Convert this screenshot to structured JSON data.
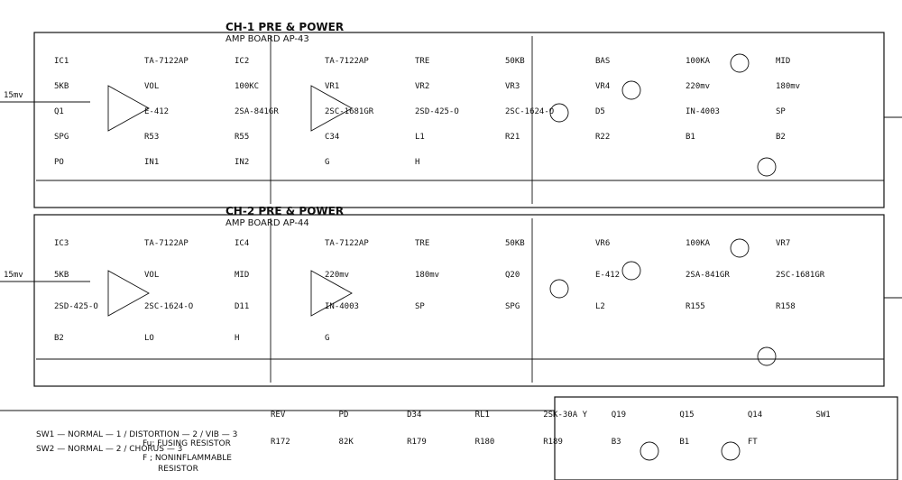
{
  "boards": [
    {
      "title": "CH-1 PRE & POWER",
      "subtitle": "AMP BOARD AP-43",
      "input": "15mv"
    },
    {
      "title": "CH-2 PRE & POWER",
      "subtitle": "AMP BOARD AP-44",
      "input": "15mv"
    }
  ],
  "ch1_labels": [
    "IC1",
    "TA-7122AP",
    "IC2",
    "TA-7122AP",
    "TRE",
    "50KB",
    "BAS",
    "100KA",
    "MID",
    "5KB",
    "VOL",
    "100KC",
    "VR1",
    "VR2",
    "VR3",
    "VR4",
    "220mv",
    "180mv",
    "Q1",
    "E-412",
    "2SA-841GR",
    "2SC-1681GR",
    "2SD-425-O",
    "2SC-1624-O",
    "D5",
    "IN-4003",
    "SP",
    "SPG",
    "R53",
    "R55",
    "C34",
    "L1",
    "R21",
    "R22",
    "B1",
    "B2",
    "PO",
    "IN1",
    "IN2",
    "G",
    "H"
  ],
  "ch2_labels": [
    "IC3",
    "TA-7122AP",
    "IC4",
    "TA-7122AP",
    "TRE",
    "50KB",
    "VR6",
    "100KA",
    "VR7",
    "5KB",
    "VOL",
    "MID",
    "220mv",
    "180mv",
    "Q20",
    "E-412",
    "2SA-841GR",
    "2SC-1681GR",
    "2SD-425-O",
    "2SC-1624-O",
    "D11",
    "IN-4003",
    "SP",
    "SPG",
    "L2",
    "R155",
    "R158",
    "B2",
    "LO",
    "H",
    "G"
  ],
  "bottom_labels": [
    "REV",
    "PD",
    "D34",
    "RL1",
    "2SK-30A Y",
    "Q19",
    "Q15",
    "Q14",
    "SW1",
    "R172",
    "82K",
    "R179",
    "R180",
    "R189",
    "B3",
    "B1",
    "FT"
  ],
  "legend": {
    "sw1": "SW1 — NORMAL — 1 / DISTORTION — 2 / VIB — 3",
    "sw2": "SW2 — NORMAL — 2 / CHORUS — 3",
    "fusing": "Fu; FUSING RESISTOR",
    "noninflam": "F ; NONINFLAMMABLE",
    "noninflam2": "RESISTOR"
  }
}
